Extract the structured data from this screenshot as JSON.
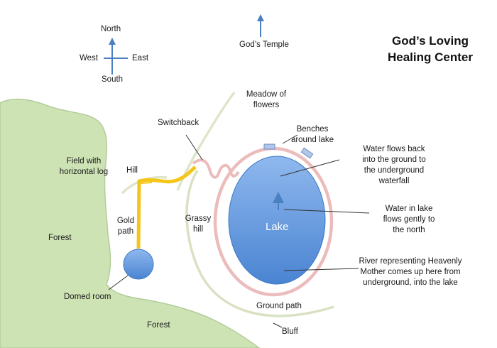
{
  "title": {
    "line1": "God’s Loving",
    "line2": "Healing Center"
  },
  "compass": {
    "north": "North",
    "south": "South",
    "east": "East",
    "west": "West"
  },
  "labels": {
    "temple": "God’s Temple",
    "meadow_line1": "Meadow of",
    "meadow_line2": "flowers",
    "switchback": "Switchback",
    "benches_line1": "Benches",
    "benches_line2": "around lake",
    "field_line1": "Field with",
    "field_line2": "horizontal log",
    "hill": "Hill",
    "gold_line1": "Gold",
    "gold_line2": "path",
    "grassy_line1": "Grassy",
    "grassy_line2": "hill",
    "forest_west": "Forest",
    "domed_room": "Domed room",
    "forest_south": "Forest",
    "ground_path": "Ground path",
    "bluff": "Bluff",
    "lake": "Lake",
    "water_back": [
      "Water flows back",
      "into the ground to",
      "the underground",
      "waterfall"
    ],
    "water_gently": [
      "Water in lake",
      "flows gently to",
      "the  north"
    ],
    "river": [
      "River representing Heavenly",
      "Mother comes up here from",
      "underground, into the lake"
    ]
  },
  "colors": {
    "forest": "#cde3b4",
    "forest_edge": "#b0c89a",
    "lake": "#5a93dc",
    "ground_path": "#ecbcbc",
    "gold_path": "#f5c61a",
    "hill_line": "#d8e2c2",
    "arrow": "#4a7fc1"
  }
}
